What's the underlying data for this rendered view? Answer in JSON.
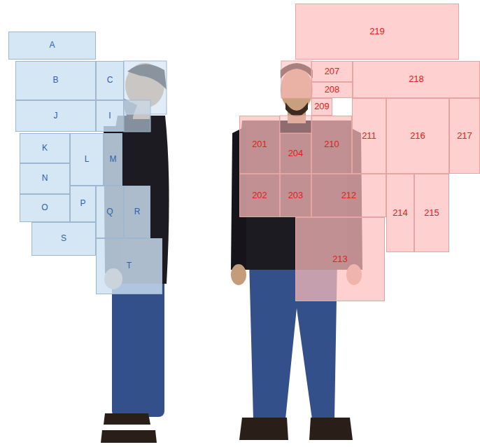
{
  "diagram": {
    "nodes": [
      {
        "text": [
          "A"
        ]
      },
      {
        "text": [
          "B"
        ]
      },
      {
        "text": [
          "C"
        ]
      },
      {
        "text": [
          "J"
        ]
      },
      {
        "text": [
          "I"
        ]
      },
      {
        "text": [
          "K"
        ]
      },
      {
        "text": [
          "L"
        ]
      },
      {
        "text": [
          "M"
        ]
      },
      {
        "text": [
          "N"
        ]
      },
      {
        "text": [
          "O"
        ]
      },
      {
        "text": [
          "P"
        ]
      },
      {
        "text": [
          "Q"
        ]
      },
      {
        "text": [
          "R"
        ]
      },
      {
        "text": [
          "S"
        ]
      },
      {
        "text": [
          "T"
        ]
      },
      {
        "text": [
          "219"
        ]
      },
      {
        "text": [
          "207"
        ]
      },
      {
        "text": [
          "218"
        ]
      },
      {
        "text": [
          "208"
        ]
      },
      {
        "text": [
          "209"
        ]
      },
      {
        "text": [
          "201"
        ]
      },
      {
        "text": [
          "204"
        ]
      },
      {
        "text": [
          "210"
        ]
      },
      {
        "text": [
          "211"
        ]
      },
      {
        "text": [
          "216"
        ]
      },
      {
        "text": [
          "217"
        ]
      },
      {
        "text": [
          "202"
        ]
      },
      {
        "text": [
          "203"
        ]
      },
      {
        "text": [
          "212"
        ]
      },
      {
        "text": [
          "214"
        ]
      },
      {
        "text": [
          "215"
        ]
      },
      {
        "text": [
          "213"
        ]
      }
    ]
  }
}
